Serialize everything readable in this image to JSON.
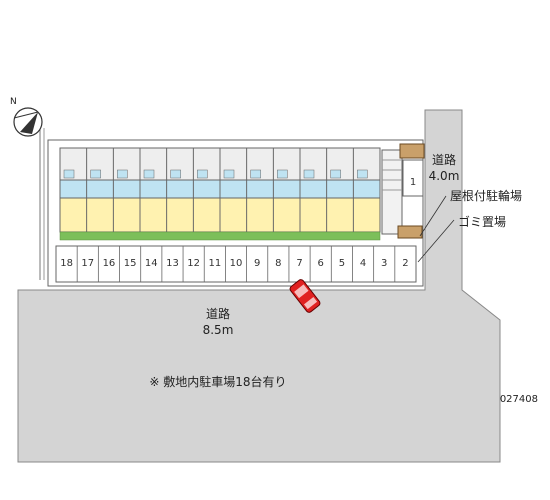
{
  "site_plan": {
    "north_symbol": "N",
    "road_bottom": {
      "name": "道路",
      "width": "8.5m"
    },
    "road_right": {
      "name": "道路",
      "width": "4.0m"
    },
    "covered_bicycle_parking": "屋根付駐輪場",
    "garbage_area": "ゴミ置場",
    "parking_space_one": "1",
    "parking_numbers": [
      "18",
      "17",
      "16",
      "15",
      "14",
      "13",
      "12",
      "11",
      "10",
      "9",
      "8",
      "7",
      "6",
      "5",
      "4",
      "3",
      "2"
    ],
    "note": "※ 敷地内駐車場18台有り",
    "ref_code": "027408"
  },
  "colors": {
    "road": "#d4d4d4",
    "road_edge": "#888888",
    "building_blue": "#bfe3f2",
    "building_yellow": "#fff2b0",
    "green_strip": "#7cbf5a",
    "car_red": "#e02020",
    "bike_roof": "#c9a06a"
  }
}
